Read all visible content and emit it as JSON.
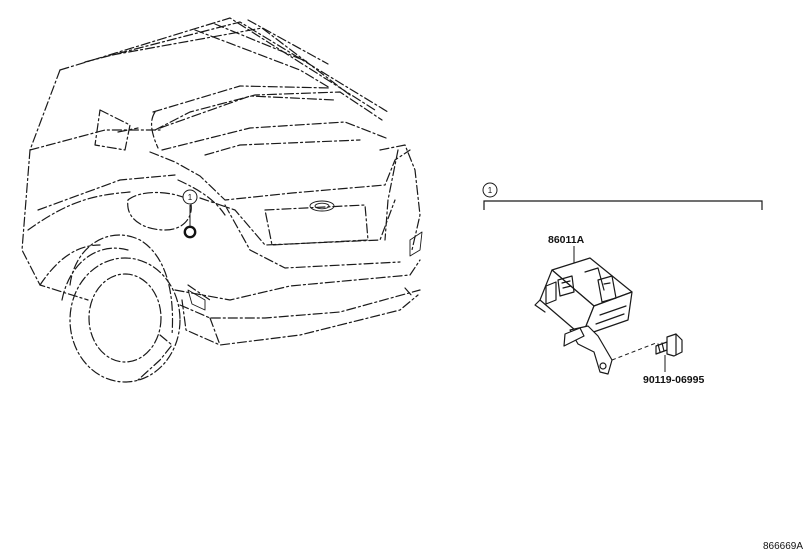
{
  "callouts": {
    "car_marker": "1",
    "group_marker": "1"
  },
  "parts": {
    "module_part_number": "86011A",
    "bolt_part_number": "90119-06995"
  },
  "footer": {
    "illustration_id": "866669A"
  }
}
